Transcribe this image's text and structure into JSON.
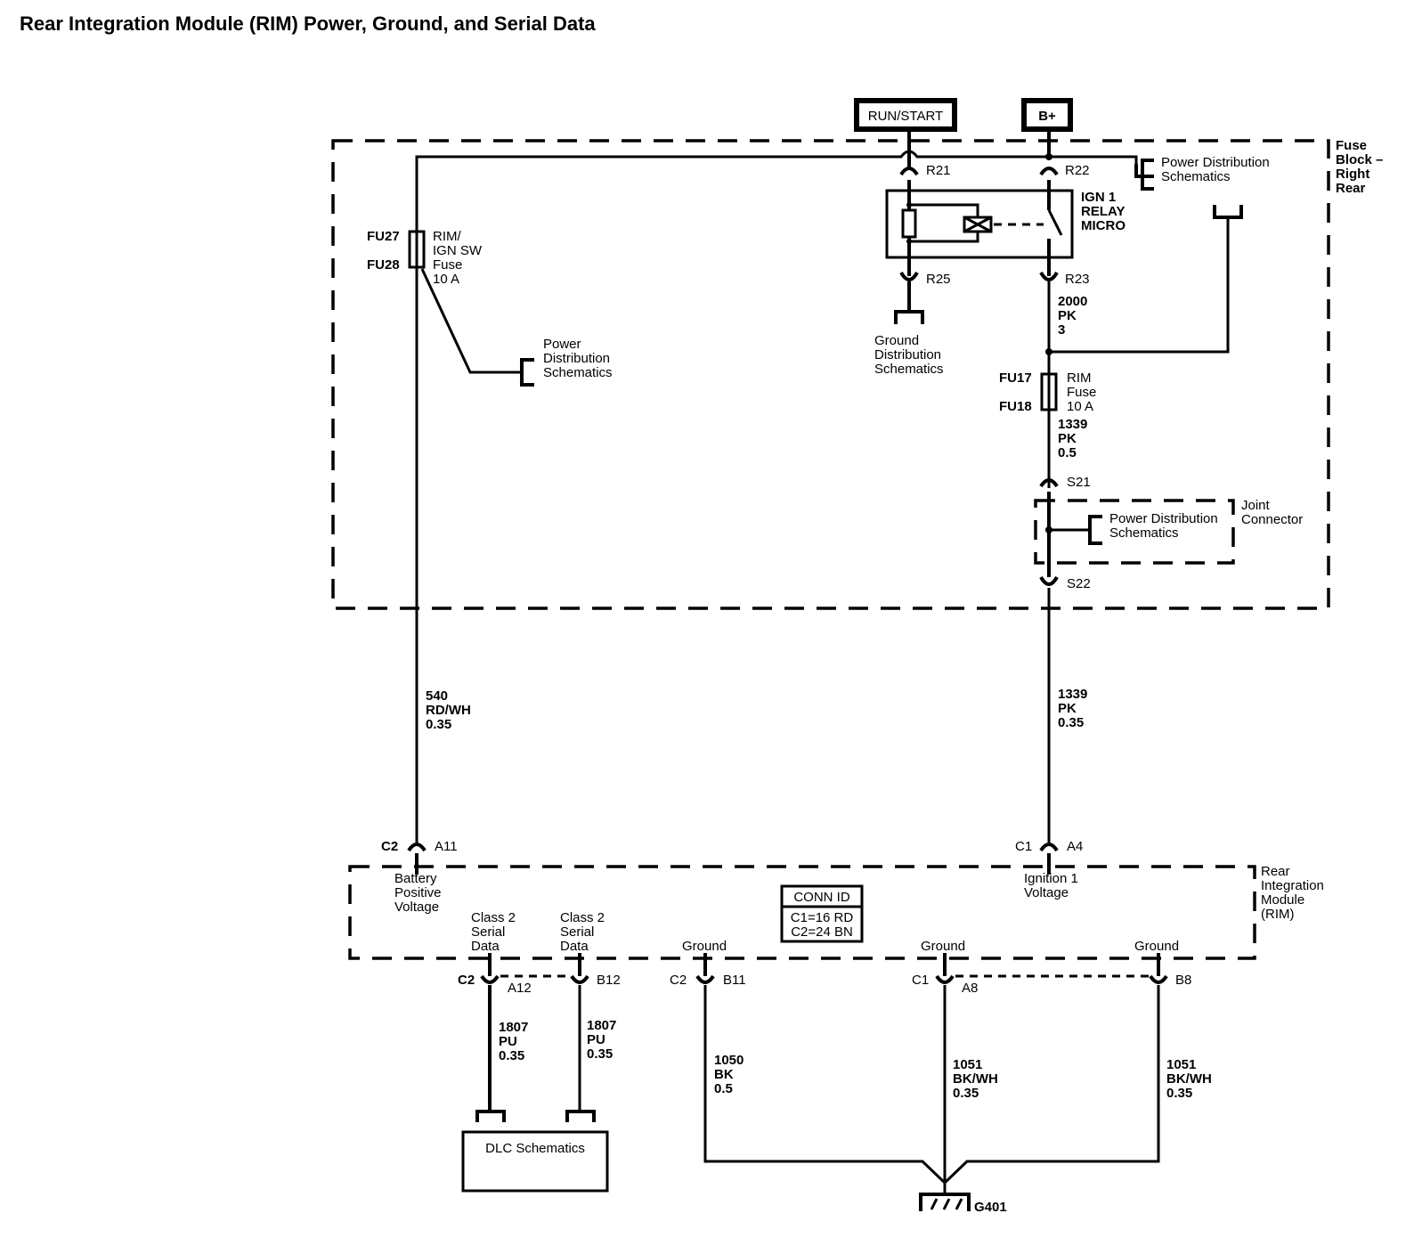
{
  "title": "Rear Integration Module (RIM) Power, Ground, and Serial Data",
  "sources": {
    "run_start": "RUN/START",
    "b_plus": "B+"
  },
  "fuse_block": {
    "label": [
      "Fuse",
      "Block –",
      "Right",
      "Rear"
    ],
    "pins": {
      "r21": "R21",
      "r22": "R22",
      "r25": "R25",
      "r23": "R23",
      "s21": "S21",
      "s22": "S22"
    },
    "relay": {
      "label": [
        "IGN 1",
        "RELAY",
        "MICRO"
      ]
    },
    "fuse_rim_ign": {
      "top_id": "FU27",
      "bottom_id": "FU28",
      "label": [
        "RIM/",
        "IGN SW",
        "Fuse",
        "10 A"
      ]
    },
    "fuse_rim": {
      "top_id": "FU17",
      "bottom_id": "FU18",
      "label": [
        "RIM",
        "Fuse",
        "10 A"
      ]
    },
    "power_dist_top_right": [
      "Power Distribution",
      "Schematics"
    ],
    "power_dist_left": [
      "Power",
      "Distribution",
      "Schematics"
    ],
    "ground_dist": [
      "Ground",
      "Distribution",
      "Schematics"
    ],
    "wire_2000": [
      "2000",
      "PK",
      "3"
    ],
    "wire_1339_inner": [
      "1339",
      "PK",
      "0.5"
    ],
    "joint_connector": {
      "label": [
        "Joint",
        "Connector"
      ],
      "power_dist": [
        "Power Distribution",
        "Schematics"
      ]
    }
  },
  "wires": {
    "w540": [
      "540",
      "RD/WH",
      "0.35"
    ],
    "w1339": [
      "1339",
      "PK",
      "0.35"
    ],
    "w1807_a": [
      "1807",
      "PU",
      "0.35"
    ],
    "w1807_b": [
      "1807",
      "PU",
      "0.35"
    ],
    "w1050": [
      "1050",
      "BK",
      "0.5"
    ],
    "w1051_a": [
      "1051",
      "BK/WH",
      "0.35"
    ],
    "w1051_b": [
      "1051",
      "BK/WH",
      "0.35"
    ]
  },
  "rim": {
    "label": [
      "Rear",
      "Integration",
      "Module",
      "(RIM)"
    ],
    "conn_id": {
      "header": "CONN ID",
      "lines": [
        "C1=16 RD",
        "C2=24 BN"
      ]
    },
    "pins": {
      "battery": {
        "connector": "C2",
        "pin": "A11",
        "label": [
          "Battery",
          "Positive",
          "Voltage"
        ]
      },
      "ignition": {
        "connector": "C1",
        "pin": "A4",
        "label": [
          "Ignition 1",
          "Voltage"
        ]
      },
      "serial_a": {
        "connector": "C2",
        "pin": "A12",
        "label": [
          "Class 2",
          "Serial",
          "Data"
        ]
      },
      "serial_b": {
        "connector": "",
        "pin": "B12",
        "label": [
          "Class 2",
          "Serial",
          "Data"
        ]
      },
      "ground_b11": {
        "connector": "C2",
        "pin": "B11",
        "label": [
          "Ground"
        ]
      },
      "ground_a8": {
        "connector": "C1",
        "pin": "A8",
        "label": [
          "Ground"
        ]
      },
      "ground_b8": {
        "connector": "",
        "pin": "B8",
        "label": [
          "Ground"
        ]
      }
    }
  },
  "dlc": {
    "label": "DLC Schematics"
  },
  "ground": {
    "label": "G401"
  }
}
